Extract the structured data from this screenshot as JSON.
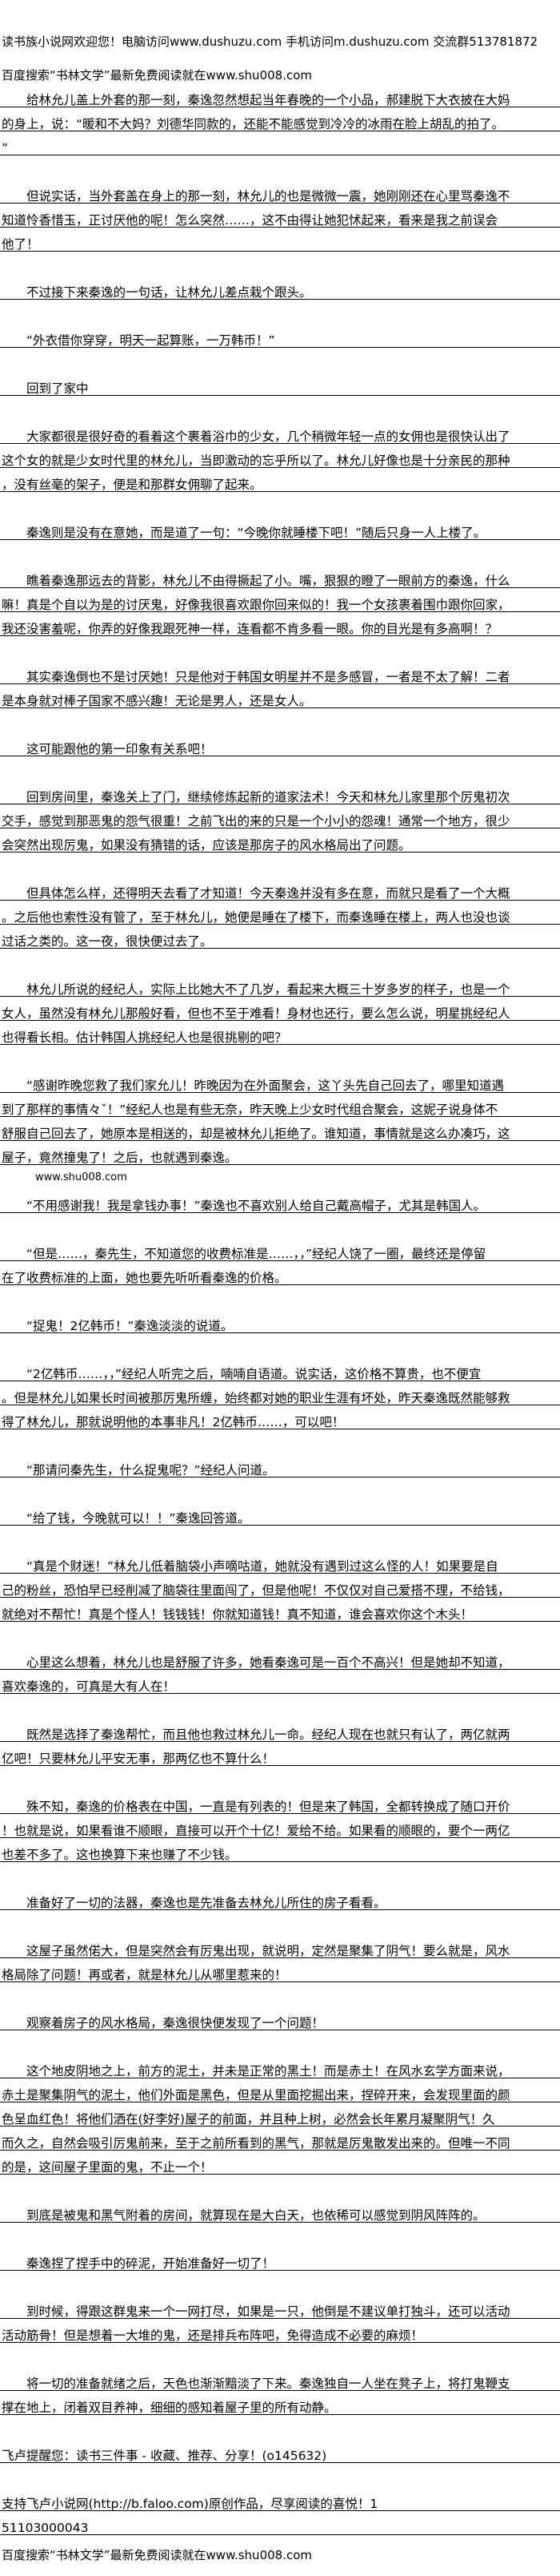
{
  "header": {
    "welcome": "读书族小说网欢迎您！电脑访问www.dushuzu.com 手机访问m.dushuzu.com 交流群513781872",
    "search_tip": "百度搜索“书林文学”最新免费阅读就在www.shu008.com"
  },
  "paragraphs": [
    {
      "lines": [
        "　　给林允儿盖上外套的那一刻，秦逸忽然想起当年春晚的一个小品，郝建脱下大衣披在大妈",
        "的身上，说：“暖和不大妈？刘德华同款的，还能不能感觉到冷冷的冰雨在脸上胡乱的拍了。",
        "”"
      ]
    },
    {
      "lines": [
        "　　但说实话，当外套盖在身上的那一刻，林允儿的也是微微一震，她刚刚还在心里骂秦逸不",
        "知道怜香惜玉，正讨厌他的呢！怎么突然……，这不由得让她犯怵起来，看来是我之前误会",
        "他了！"
      ]
    },
    {
      "lines": [
        "　　不过接下来秦逸的一句话，让林允儿差点栽个跟头。"
      ]
    },
    {
      "lines": [
        "　　“外衣借你穿穿，明天一起算账，一万韩币！”"
      ]
    },
    {
      "lines": [
        "　　回到了家中"
      ]
    },
    {
      "lines": [
        "　　大家都很是很好奇的看着这个裹着浴巾的少女，几个稍微年轻一点的女佣也是很快认出了",
        "这个女的就是少女时代里的林允儿，当即激动的忘乎所以了。林允儿好像也是十分亲民的那种",
        "，没有丝毫的架子，便是和那群女佣聊了起来。"
      ]
    },
    {
      "lines": [
        "　　秦逸则是没有在意她，而是道了一句：“今晚你就睡楼下吧！”随后只身一人上楼了。"
      ]
    },
    {
      "lines": [
        "　　瞧着秦逸那远去的背影，林允儿不由得撅起了小。嘴，狠狠的瞪了一眼前方的秦逸，什么",
        "嘛！真是个自以为是的讨厌鬼，好像我很喜欢跟你回来似的！我一个女孩裹着围巾跟你回家，",
        "我还没害羞呢，你弄的好像我跟死神一样，连看都不肯多看一眼。你的目光是有多高啊！？"
      ]
    },
    {
      "lines": [
        "　　其实秦逸倒也不是讨厌她！只是他对于韩国女明星并不是多感冒，一者是不太了解！二者",
        "是本身就对棒子国家不感兴趣！无论是男人，还是女人。"
      ]
    },
    {
      "lines": [
        "　　这可能跟他的第一印象有关系吧！"
      ]
    },
    {
      "lines": [
        "　　回到房间里，秦逸关上了门，继续修炼起新的道家法术！今天和林允儿家里那个厉鬼初次",
        "交手，感觉到那恶鬼的怨气很重！之前飞出的来的只是一个小小的怨魂！通常一个地方，很少",
        "会突然出现厉鬼，如果没有猜错的话，应该是那房子的风水格局出了问题。"
      ]
    },
    {
      "lines": [
        "　　但具体怎么样，还得明天去看了才知道！今天秦逸并没有多在意，而就只是看了一个大概",
        "。之后他也索性没有管了，至于林允儿，她便是睡在了楼下，而秦逸睡在楼上，两人也没也谈",
        "过话之类的。这一夜，很快便过去了。"
      ]
    },
    {
      "lines": [
        "　　林允儿所说的经纪人，实际上比她大不了几岁，看起来大概三十岁多岁的样子，也是一个",
        "女人，虽然没有林允儿那般好看，但也不至于难看！身材也还行，要么怎么说，明星挑经纪人",
        "也得看长相。估计韩国人挑经纪人也是很挑剔的吧？"
      ]
    },
    {
      "lines": [
        "　　“感谢昨晚您救了我们家允儿！昨晚因为在外面聚会，这丫头先自己回去了，哪里知道遇",
        "到了那样的事情々ˇ！”经纪人也是有些无奈，昨天晚上少女时代组合聚会，这妮子说身体不",
        "舒服自己回去了，她原本是相送的，却是被林允儿拒绝了。谁知道，事情就是这么办凑巧，这",
        "屋子，竟然撞鬼了！之后，也就遇到秦逸。"
      ]
    },
    {
      "pre": "www.shu008.com",
      "lines": [
        "　　“不用感谢我！我是拿钱办事！”秦逸也不喜欢别人给自己戴高帽子，尤其是韩国人。"
      ]
    },
    {
      "lines": [
        "　　“但是……，秦先生，不知道您的收费标准是……，，”经纪人饶了一圈，最终还是停留",
        "在了收费标准的上面，她也要先听听看秦逸的价格。"
      ]
    },
    {
      "lines": [
        "　　“捉鬼！2亿韩币！”秦逸淡淡的说道。"
      ]
    },
    {
      "lines": [
        "　　“2亿韩币……，，”经纪人听完之后，喃喃自语道。说实话，这价格不算贵，也不便宜",
        "。但是林允儿如果长时间被那厉鬼所缠，始终都对她的职业生涯有坏处，昨天秦逸既然能够救",
        "得了林允儿，那就说明他的本事非凡！2亿韩币……，可以吧！"
      ]
    },
    {
      "lines": [
        "　　“那请问秦先生，什么捉鬼呢？”经纪人问道。"
      ]
    },
    {
      "lines": [
        "　　“给了钱，今晚就可以！！”秦逸回答道。"
      ]
    },
    {
      "lines": [
        "　　“真是个财迷！”林允儿低着脑袋小声嘀咕道，她就没有遇到过这么怪的人！如果要是自",
        "己的粉丝，恐怕早已经削减了脑袋往里面闯了，但是他呢！不仅仅对自己爱搭不理，不给钱，",
        "就绝对不帮忙！真是个怪人！钱钱钱！你就知道钱！真不知道，谁会喜欢你这个木头！"
      ]
    },
    {
      "lines": [
        "　　心里这么想着，林允儿也是舒服了许多，她看秦逸可是一百个不高兴！但是她却不知道，",
        "喜欢秦逸的，可真是大有人在！"
      ]
    },
    {
      "lines": [
        "　　既然是选择了秦逸帮忙，而且他也救过林允儿一命。经纪人现在也就只有认了，两亿就两",
        "亿吧！只要林允儿平安无事，那两亿也不算什么！"
      ]
    },
    {
      "lines": [
        "　　殊不知，秦逸的价格表在中国，一直是有列表的！但是来了韩国，全都转换成了随口开价",
        "！也就是说，如果看谁不顺眼，直接可以开个十亿！爱给不给。如果看的顺眼的，要个一两亿",
        "也差不多了。这也换算下来也赚了不少钱。"
      ]
    },
    {
      "lines": [
        "　　准备好了一切的法器，秦逸也是先准备去林允儿所住的房子看看。"
      ]
    },
    {
      "lines": [
        "　　这屋子虽然偌大，但是突然会有厉鬼出现，就说明，定然是聚集了阴气！要么就是，风水",
        "格局除了问题！再或者，就是林允儿从哪里惹来的！"
      ]
    },
    {
      "lines": [
        "　　观察着房子的风水格局，秦逸很快便发现了一个问题！"
      ]
    },
    {
      "lines": [
        "　　这个地皮阴地之上，前方的泥土，并未是正常的黑土！而是赤土！在风水玄学方面来说，",
        "赤土是聚集阴气的泥土，他们外面是黑色，但是从里面挖掘出来，捏碎开来，会发现里面的颜",
        "色呈血红色！将他们洒在(好李好)屋子的前面，并且种上树，必然会长年累月凝聚阴气！久",
        "而久之，自然会吸引厉鬼前来，至于之前所看到的黑气，那就是厉鬼散发出来的。但唯一不同",
        "的是，这间屋子里面的鬼，不止一个！"
      ]
    },
    {
      "lines": [
        "　　到底是被鬼和黑气附着的房间，就算现在是大白天，也依稀可以感觉到阴风阵阵的。"
      ]
    },
    {
      "lines": [
        "　　秦逸捏了捏手中的碎泥，开始准备好一切了！"
      ]
    },
    {
      "lines": [
        "　　到时候，得跟这群鬼来一个一网打尽，如果是一只，他倒是不建议单打独斗，还可以活动",
        "活动筋骨！但是想着一大堆的鬼，还是排兵布阵吧，免得造成不必要的麻烦！"
      ]
    },
    {
      "lines": [
        "　　将一切的准备就绪之后，天色也渐渐黯淡了下来。秦逸独自一人坐在凳子上，将打鬼鞭支",
        "撑在地上，闭着双目养神，细细的感知着屋子里的所有动静。"
      ]
    }
  ],
  "footer": {
    "reminder": "飞卢提醒您：读书三件事 - 收藏、推荐、分享！(o145632)",
    "support_lines": [
      "支持飞卢小说网(http://b.faloo.com)原创作品，尽享阅读的喜悦！1",
      "51103000043"
    ],
    "search_tip": "百度搜索“书林文学”最新免费阅读就在www.shu008.com"
  }
}
